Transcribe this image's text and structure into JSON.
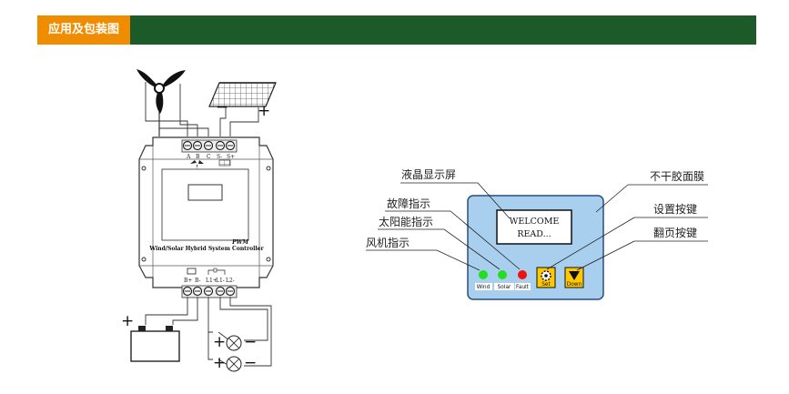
{
  "header": {
    "title": "应用及包装图"
  },
  "wiring": {
    "device_model": "PWM",
    "device_name": "Wind/Solar Hybrid System Controller",
    "wind_terminals": [
      "A",
      "B",
      "C"
    ],
    "solar_terminals": [
      "S-",
      "S+"
    ],
    "battery_terminals": [
      "B+",
      "B-"
    ],
    "load_terminals": [
      "L1+",
      "L1-",
      "L2-"
    ],
    "plus": "+",
    "minus": "−"
  },
  "panel": {
    "lcd_line1": "WELCOME",
    "lcd_line2": "READ...",
    "leds": [
      "Wind",
      "Solar",
      "Fault"
    ],
    "button_set": "Set",
    "button_down": "Down",
    "callouts": {
      "lcd": "液晶显示屏",
      "fault": "故障指示",
      "solar": "太阳能指示",
      "wind": "风机指示",
      "membrane": "不干胶面膜",
      "set": "设置按键",
      "page": "翻页按键"
    }
  },
  "colors": {
    "header_green": "#1c5a2a",
    "tab_orange": "#f08c00",
    "panel_blue": "#a9cfee",
    "led_green": "#22dd22",
    "led_red": "#ee1111",
    "button_yellow": "#ffc800"
  }
}
